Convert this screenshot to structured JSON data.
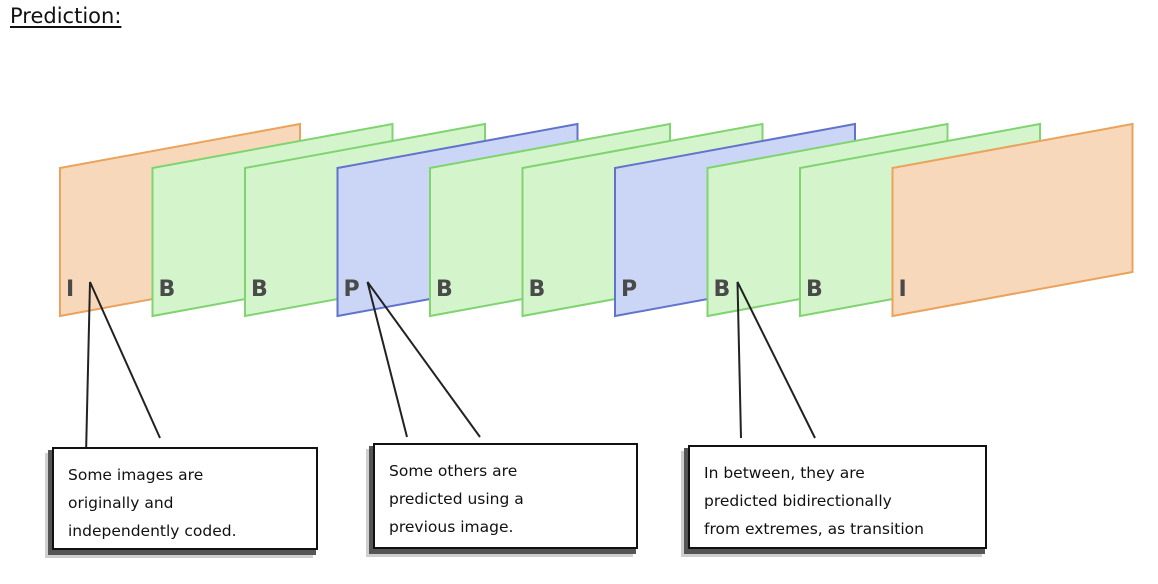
{
  "title": "Prediction:",
  "frames": [
    {
      "type": "I",
      "color": "orange"
    },
    {
      "type": "B",
      "color": "green"
    },
    {
      "type": "B",
      "color": "green"
    },
    {
      "type": "P",
      "color": "blue"
    },
    {
      "type": "B",
      "color": "green"
    },
    {
      "type": "B",
      "color": "green"
    },
    {
      "type": "P",
      "color": "blue"
    },
    {
      "type": "B",
      "color": "green"
    },
    {
      "type": "B",
      "color": "green"
    },
    {
      "type": "I",
      "color": "orange"
    }
  ],
  "colors": {
    "orange_fill": "#f8d8bb",
    "orange_stroke": "#eaa35c",
    "green_fill": "#d4f5cc",
    "green_stroke": "#7fd470",
    "blue_fill": "#cbd6f6",
    "blue_stroke": "#6273cc"
  },
  "callouts": [
    {
      "text": "Some images are\noriginally and\nindependently coded.",
      "points_to_frame": 0
    },
    {
      "text": "Some others are\npredicted using a\nprevious image.",
      "points_to_frame": 3
    },
    {
      "text": "In between, they are\npredicted bidirectionally\nfrom extremes, as transition",
      "points_to_frame": 7
    }
  ]
}
